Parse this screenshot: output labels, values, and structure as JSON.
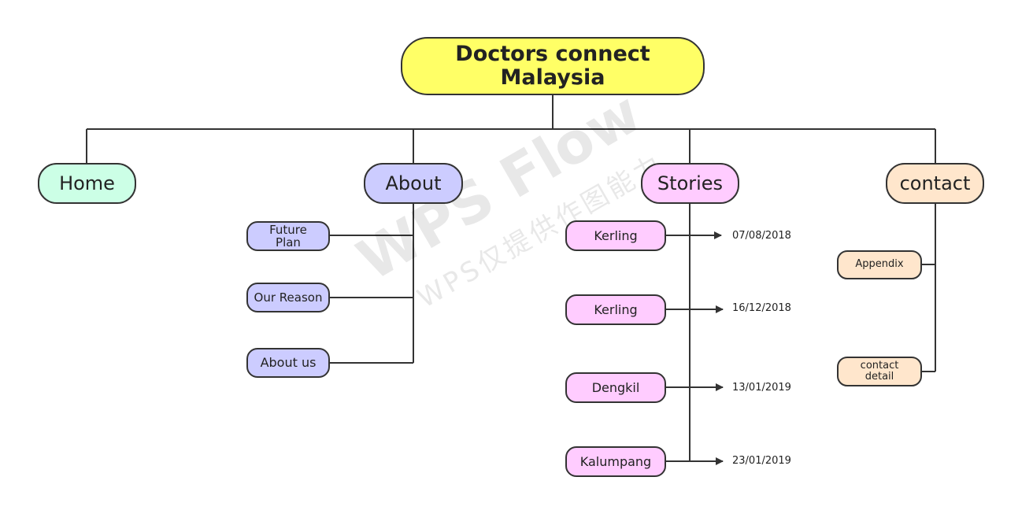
{
  "colors": {
    "root": "#ffff66",
    "home": "#ccffe6",
    "about": "#ccccff",
    "stories": "#ffccff",
    "contact": "#ffe6cc",
    "line": "#333333"
  },
  "root": {
    "label": "Doctors connect Malaysia"
  },
  "branches": {
    "home": {
      "label": "Home"
    },
    "about": {
      "label": "About",
      "children": [
        {
          "label": "Future Plan"
        },
        {
          "label": "Our Reason"
        },
        {
          "label": "About us"
        }
      ]
    },
    "stories": {
      "label": "Stories",
      "children": [
        {
          "label": "Kerling",
          "date": "07/08/2018"
        },
        {
          "label": "Kerling",
          "date": "16/12/2018"
        },
        {
          "label": "Dengkil",
          "date": "13/01/2019"
        },
        {
          "label": "Kalumpang",
          "date": "23/01/2019"
        }
      ]
    },
    "contact": {
      "label": "contact",
      "children": [
        {
          "label": "Appendix"
        },
        {
          "label": "contact detail"
        }
      ]
    }
  },
  "watermark": {
    "title": "WPS Flow",
    "subtitle": "WPS仅提供作图能力"
  }
}
